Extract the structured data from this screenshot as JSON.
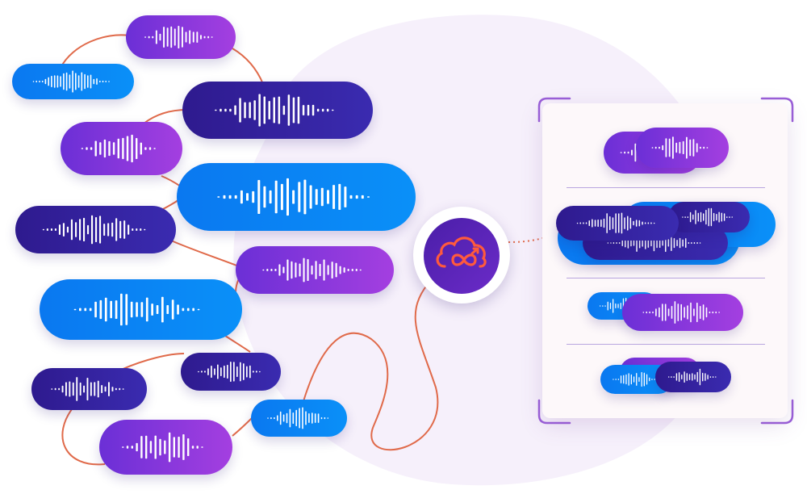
{
  "colors": {
    "purple_start": "#6b2fd6",
    "purple_end": "#a43fe0",
    "navy": "#2e1a8e",
    "blue": "#0a80f2",
    "connector": "#e06a4a",
    "hub_icon": "#ff5a3c",
    "background_blob": "#f6f0fb",
    "panel_bracket": "#9a5fd8"
  },
  "icons": {
    "hub": "cloud-infinity-icon",
    "waveform": "audio-waveform-icon"
  },
  "sources": [
    {
      "id": "src-1",
      "color": "purple"
    },
    {
      "id": "src-2",
      "color": "blue"
    },
    {
      "id": "src-3",
      "color": "navy"
    },
    {
      "id": "src-4",
      "color": "purple"
    },
    {
      "id": "src-5",
      "color": "blue"
    },
    {
      "id": "src-6",
      "color": "navy"
    },
    {
      "id": "src-7",
      "color": "purple"
    },
    {
      "id": "src-8",
      "color": "blue"
    },
    {
      "id": "src-9",
      "color": "navy"
    },
    {
      "id": "src-10",
      "color": "navy"
    },
    {
      "id": "src-11",
      "color": "blue"
    },
    {
      "id": "src-12",
      "color": "purple"
    }
  ],
  "output_groups": [
    {
      "id": "group-1",
      "clips": 2
    },
    {
      "id": "group-2",
      "clips": 5
    },
    {
      "id": "group-3",
      "clips": 2
    },
    {
      "id": "group-4",
      "clips": 3
    }
  ]
}
